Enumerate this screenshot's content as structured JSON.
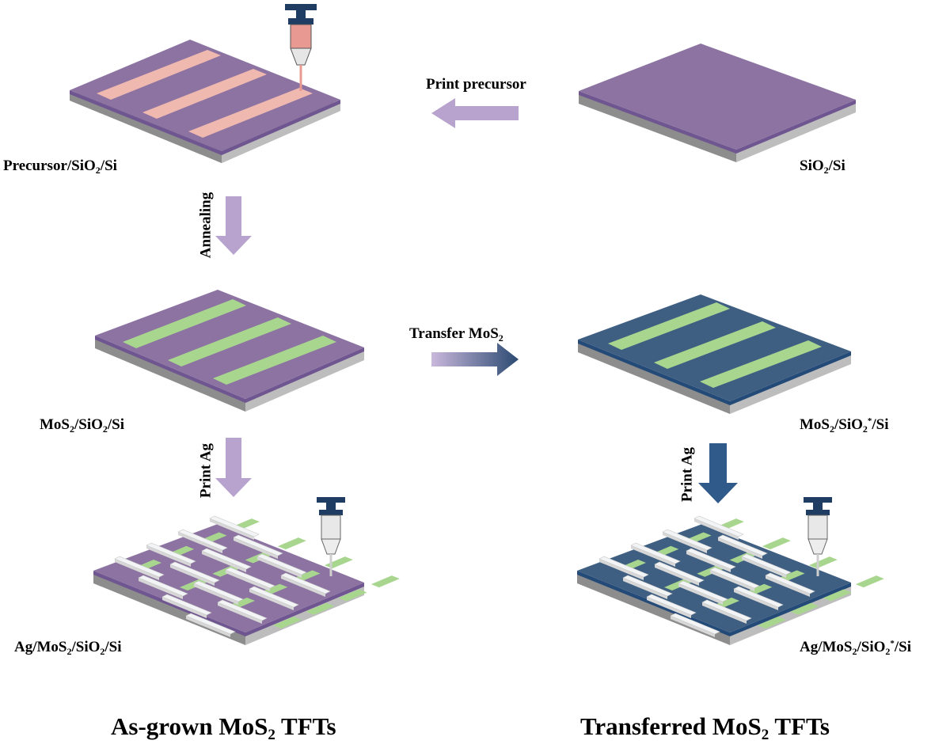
{
  "colors": {
    "sio2_purple": "#8c73a1",
    "sio2_purple_edge": "#6f5690",
    "si_gray": "#9e9e9e",
    "precursor_pink": "#f0b9b0",
    "mos2_green": "#a9d68f",
    "transferred_blue": "#3f5f82",
    "transferred_blue_edge": "#244a78",
    "ag_white": "#f3f4f5",
    "arrow_lilac": "#b7a3cd",
    "arrow_navy": "#2c4a72",
    "arrow_blue": "#2f5a8a",
    "syringe_navy": "#1f3d63"
  },
  "substrates": [
    {
      "id": "precursor",
      "layer": "purple",
      "stripes": "pink",
      "ag_electrodes": false,
      "syringe": "pink-ink"
    },
    {
      "id": "bare",
      "layer": "purple",
      "stripes": "none",
      "ag_electrodes": false,
      "syringe": "none"
    },
    {
      "id": "as-grown-mos2",
      "layer": "purple",
      "stripes": "green",
      "ag_electrodes": false,
      "syringe": "none"
    },
    {
      "id": "transferred-mos2",
      "layer": "blue",
      "stripes": "green",
      "ag_electrodes": false,
      "syringe": "none"
    },
    {
      "id": "as-grown-ag",
      "layer": "purple",
      "stripes": "green-pads",
      "ag_electrodes": true,
      "syringe": "silver-ink"
    },
    {
      "id": "transferred-ag",
      "layer": "blue",
      "stripes": "green-pads",
      "ag_electrodes": true,
      "syringe": "silver-ink"
    }
  ],
  "labels": {
    "precursor": {
      "main": "Precursor/SiO",
      "sub1": "2",
      "tail": "/Si"
    },
    "sio2": {
      "main": "SiO",
      "sub1": "2",
      "tail": "/Si"
    },
    "mos2_asgrown": {
      "a": "MoS",
      "s1": "2",
      "b": "/SiO",
      "s2": "2",
      "c": "/Si"
    },
    "mos2_transferred": {
      "a": "MoS",
      "s1": "2",
      "b": "/SiO",
      "s2": "2",
      "sup": "*",
      "c": "/Si"
    },
    "ag_asgrown": {
      "a": "Ag/MoS",
      "s1": "2",
      "b": "/SiO",
      "s2": "2",
      "c": "/Si"
    },
    "ag_transferred": {
      "a": "Ag/MoS",
      "s1": "2",
      "b": "/SiO",
      "s2": "2",
      "sup": "*",
      "c": "/Si"
    }
  },
  "steps": {
    "print_precursor": "Print precursor",
    "annealing": "Annealing",
    "transfer": {
      "a": "Transfer MoS",
      "s1": "2"
    },
    "print_ag_left": "Print Ag",
    "print_ag_right": "Print Ag"
  },
  "titles": {
    "left": {
      "a": "As-grown MoS",
      "s1": "2",
      "b": " TFTs"
    },
    "right": {
      "a": "Transferred MoS",
      "s1": "2",
      "b": " TFTs"
    }
  }
}
